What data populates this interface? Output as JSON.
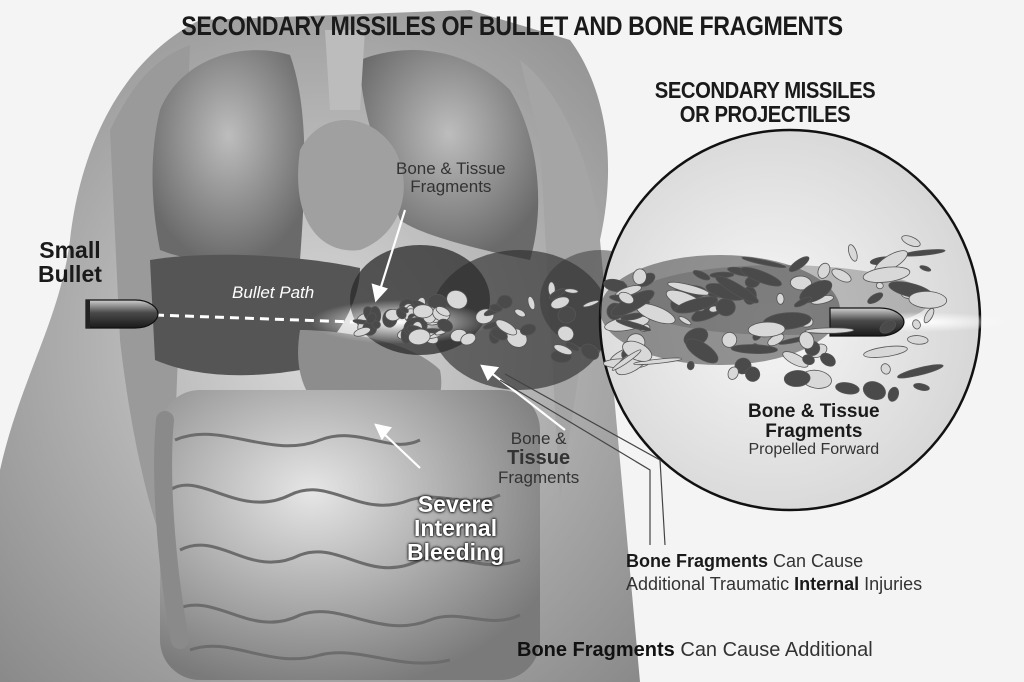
{
  "title": "SECONDARY MISSILES OF BULLET AND BONE FRAGMENTS",
  "secondary_heading": {
    "line1": "SECONDARY MISSILES",
    "line2": "OR PROJECTILES"
  },
  "labels": {
    "small_bullet": {
      "line1": "Small",
      "line2": "Bullet"
    },
    "bullet_path": "Bullet Path",
    "fragments_top": {
      "line1": "Bone & Tissue",
      "line2": "Fragments"
    },
    "fragments_circle": {
      "line1": "Bone & Tissue",
      "line2": "Fragments",
      "line3": "Propelled Forward"
    },
    "fragments_mid": {
      "line1": "Bone &",
      "line2": "Tissue",
      "line3": "Fragments"
    },
    "severe_bleeding": {
      "line1": "Severe",
      "line2": "Internal",
      "line3": "Bleeding"
    },
    "cause_caption": {
      "bold1": "Bone Fragments",
      "rest1": " Can Cause",
      "line2a": "Additional Traumatic ",
      "bold2": "Internal",
      "line2b": " Injuries"
    },
    "bottom_caption": {
      "bold": "Bone Fragments",
      "rest": " Can Cause Additional"
    }
  },
  "colors": {
    "background": "#f4f4f4",
    "text": "#1a1a1a",
    "tissue_dark": "#3a3a3a",
    "tissue_light": "#b9b9b9"
  }
}
